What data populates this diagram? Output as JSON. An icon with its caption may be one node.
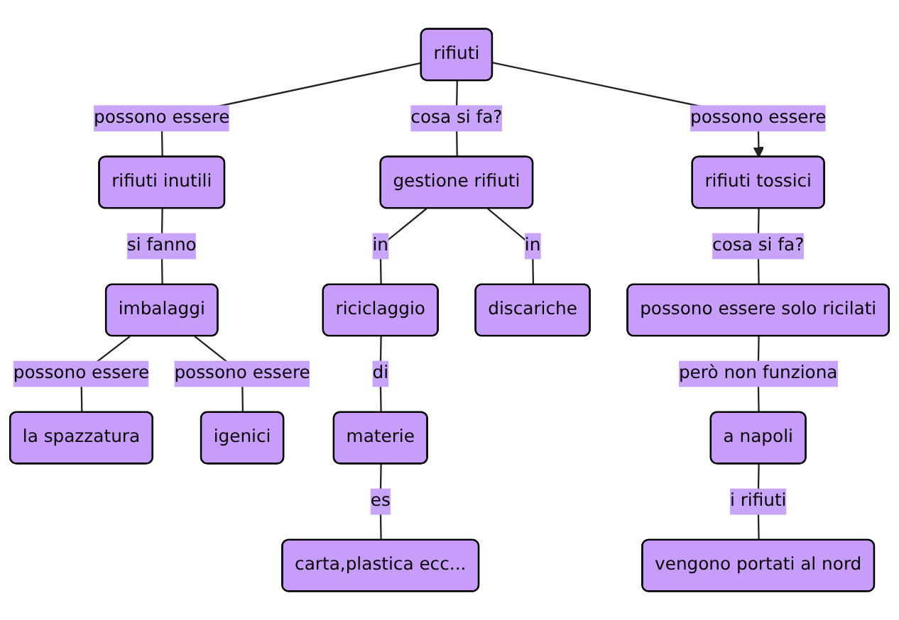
{
  "diagram": {
    "nodes": [
      {
        "text": [
          "rifiuti"
        ]
      },
      {
        "text": [
          "rifiuti inutili"
        ]
      },
      {
        "text": [
          "gestione rifiuti"
        ]
      },
      {
        "text": [
          "rifiuti tossici"
        ]
      },
      {
        "text": [
          "imbalaggi"
        ]
      },
      {
        "text": [
          "riciclaggio"
        ]
      },
      {
        "text": [
          "discariche"
        ]
      },
      {
        "text": [
          "possono essere solo ricilati"
        ]
      },
      {
        "text": [
          "la spazzatura"
        ]
      },
      {
        "text": [
          "igenici"
        ]
      },
      {
        "text": [
          "materie"
        ]
      },
      {
        "text": [
          "a napoli"
        ]
      },
      {
        "text": [
          "carta,plastica ecc..."
        ]
      },
      {
        "text": [
          "vengono portati al nord"
        ]
      }
    ],
    "edges": [
      {
        "from": 0,
        "to": 1,
        "arrow": "none",
        "label": "possono essere"
      },
      {
        "from": 0,
        "to": 2,
        "arrow": "none",
        "label": "cosa si fa?"
      },
      {
        "from": 0,
        "to": 3,
        "arrow": "to",
        "label": "possono essere"
      },
      {
        "from": 1,
        "to": 4,
        "arrow": "none",
        "label": "si fanno"
      },
      {
        "from": 2,
        "to": 5,
        "arrow": "none",
        "label": "in"
      },
      {
        "from": 2,
        "to": 6,
        "arrow": "none",
        "label": "in"
      },
      {
        "from": 3,
        "to": 7,
        "arrow": "none",
        "label": "cosa si fa?"
      },
      {
        "from": 4,
        "to": 8,
        "arrow": "none",
        "label": "possono essere"
      },
      {
        "from": 4,
        "to": 9,
        "arrow": "none",
        "label": "possono essere"
      },
      {
        "from": 5,
        "to": 10,
        "arrow": "none",
        "label": "di"
      },
      {
        "from": 7,
        "to": 11,
        "arrow": "none",
        "label": "però non funziona"
      },
      {
        "from": 10,
        "to": 12,
        "arrow": "none",
        "label": "es"
      },
      {
        "from": 11,
        "to": 13,
        "arrow": "none",
        "label": "i rifiuti"
      }
    ]
  }
}
